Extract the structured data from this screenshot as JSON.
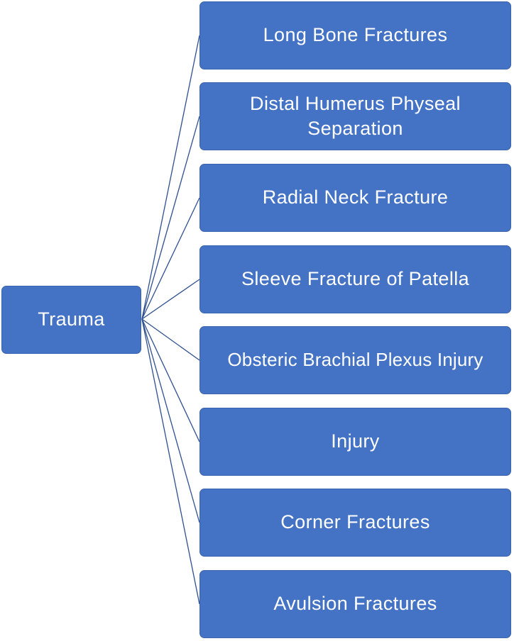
{
  "colors": {
    "box_fill": "#4472c4",
    "box_border": "#3a64ad",
    "text": "#ffffff",
    "connector": "#2f4f8f"
  },
  "root": {
    "label": "Trauma"
  },
  "children": [
    {
      "label": "Long Bone Fractures"
    },
    {
      "label": "Distal Humerus Physeal Separation"
    },
    {
      "label": "Radial Neck Fracture"
    },
    {
      "label": "Sleeve Fracture of Patella"
    },
    {
      "label": "Obsteric Brachial Plexus Injury"
    },
    {
      "label": "Injury"
    },
    {
      "label": "Corner Fractures"
    },
    {
      "label": "Avulsion Fractures"
    }
  ]
}
